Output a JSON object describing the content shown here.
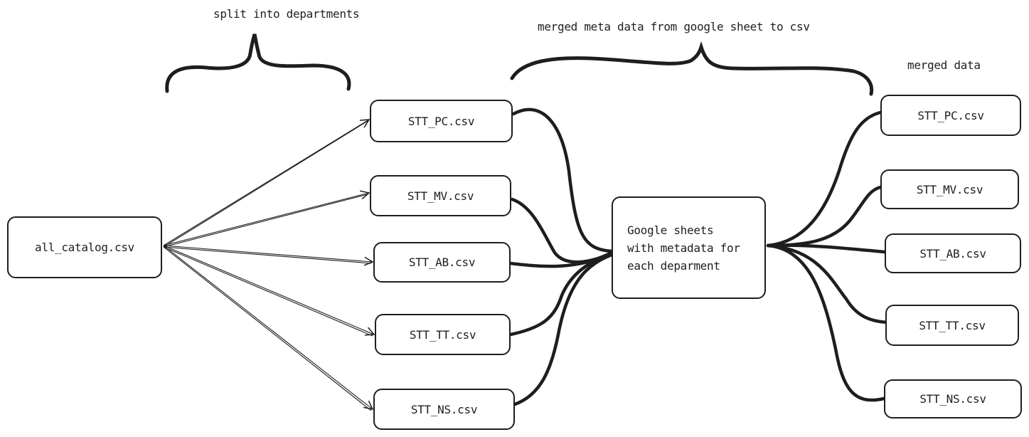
{
  "annotations": {
    "split": "split into departments",
    "merged_meta": "merged meta data from google sheet to csv",
    "merged_data": "merged data"
  },
  "source": {
    "label": "all_catalog.csv"
  },
  "departments": [
    {
      "label": "STT_PC.csv"
    },
    {
      "label": "STT_MV.csv"
    },
    {
      "label": "STT_AB.csv"
    },
    {
      "label": "STT_TT.csv"
    },
    {
      "label": "STT_NS.csv"
    }
  ],
  "hub": {
    "lines": [
      "Google sheets",
      "with metadata for",
      "each deparment"
    ]
  },
  "merged": [
    {
      "label": "STT_PC.csv"
    },
    {
      "label": "STT_MV.csv"
    },
    {
      "label": "STT_AB.csv"
    },
    {
      "label": "STT_TT.csv"
    },
    {
      "label": "STT_NS.csv"
    }
  ],
  "colors": {
    "stroke": "#1e1e1e",
    "background": "#ffffff"
  }
}
